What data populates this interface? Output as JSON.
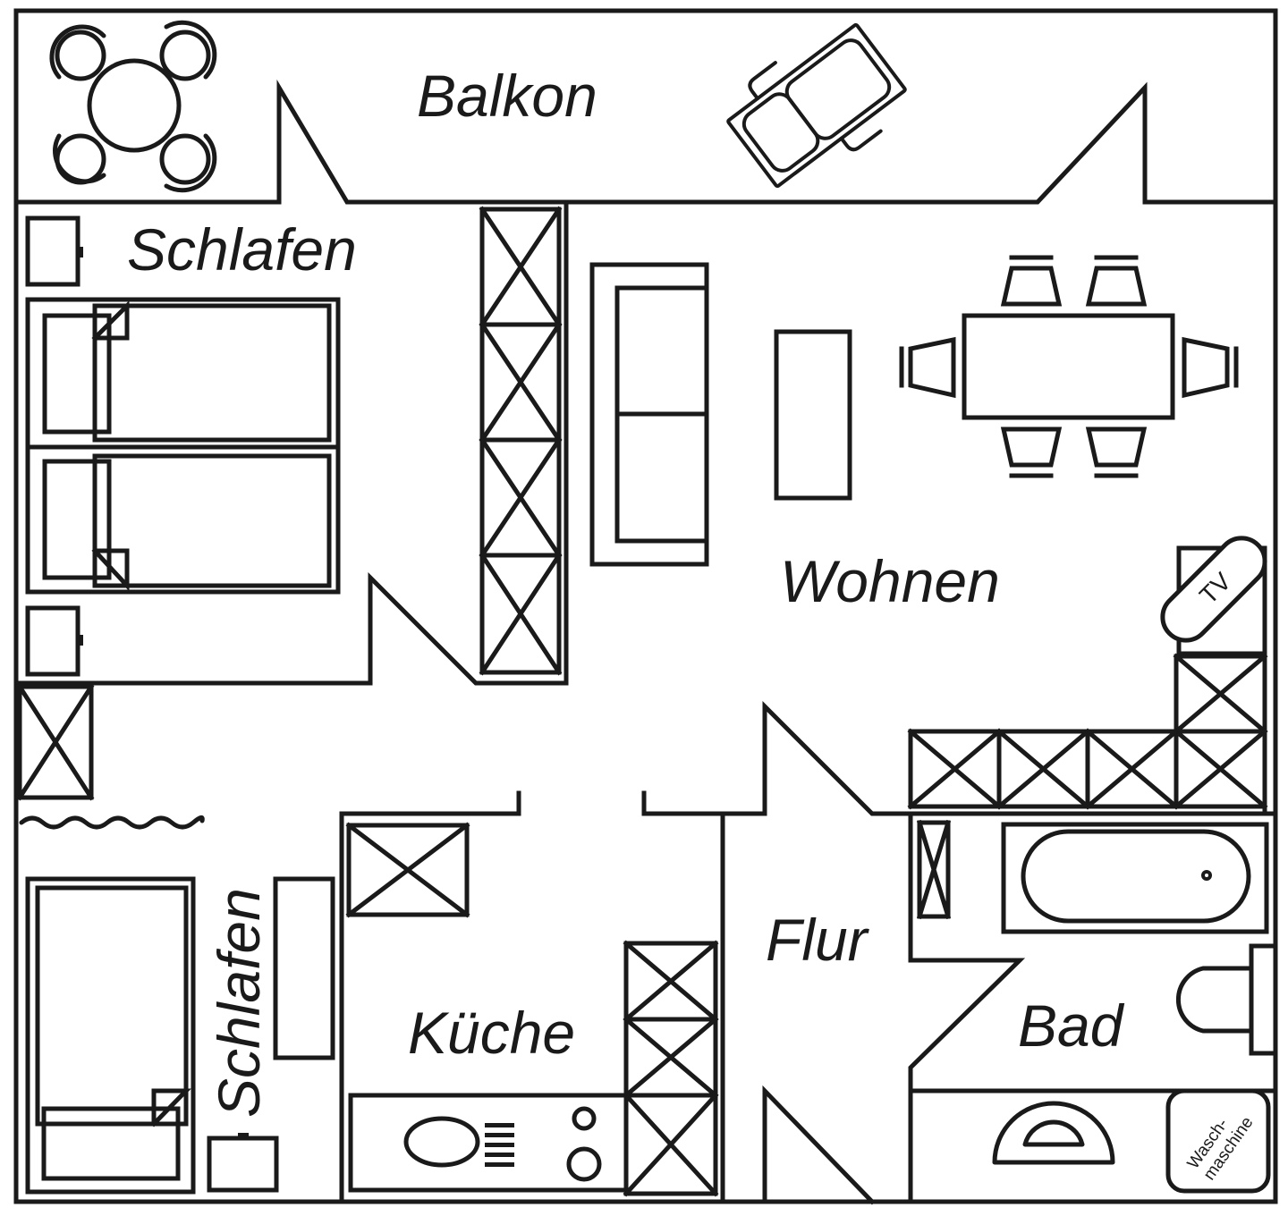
{
  "diagram": {
    "type": "floor-plan",
    "colors": {
      "line": "#1a1a1a",
      "background": "#ffffff"
    },
    "rooms": [
      {
        "id": "balcony",
        "label": "Balkon"
      },
      {
        "id": "bedroom-1",
        "label": "Schlafen"
      },
      {
        "id": "living",
        "label": "Wohnen"
      },
      {
        "id": "bedroom-2",
        "label": "Schlafen"
      },
      {
        "id": "kitchen",
        "label": "Küche"
      },
      {
        "id": "hallway",
        "label": "Flur"
      },
      {
        "id": "bathroom",
        "label": "Bad"
      }
    ],
    "fixtures": {
      "tv_label": "TV",
      "washer_label_line1": "Wasch-",
      "washer_label_line2": "maschine"
    },
    "furniture_icons": [
      "round-table-with-4-chairs-icon",
      "sun-lounger-icon",
      "nightstand-icon",
      "single-bed-icon",
      "wardrobe-icon",
      "sofa-icon",
      "coffee-table-icon",
      "dining-table-with-6-chairs-icon",
      "tv-icon",
      "cabinet-icon",
      "curtain-icon",
      "desk-icon",
      "bathtub-icon",
      "toilet-icon",
      "sink-icon",
      "washing-machine-icon",
      "stove-icon",
      "kitchen-sink-icon"
    ]
  }
}
